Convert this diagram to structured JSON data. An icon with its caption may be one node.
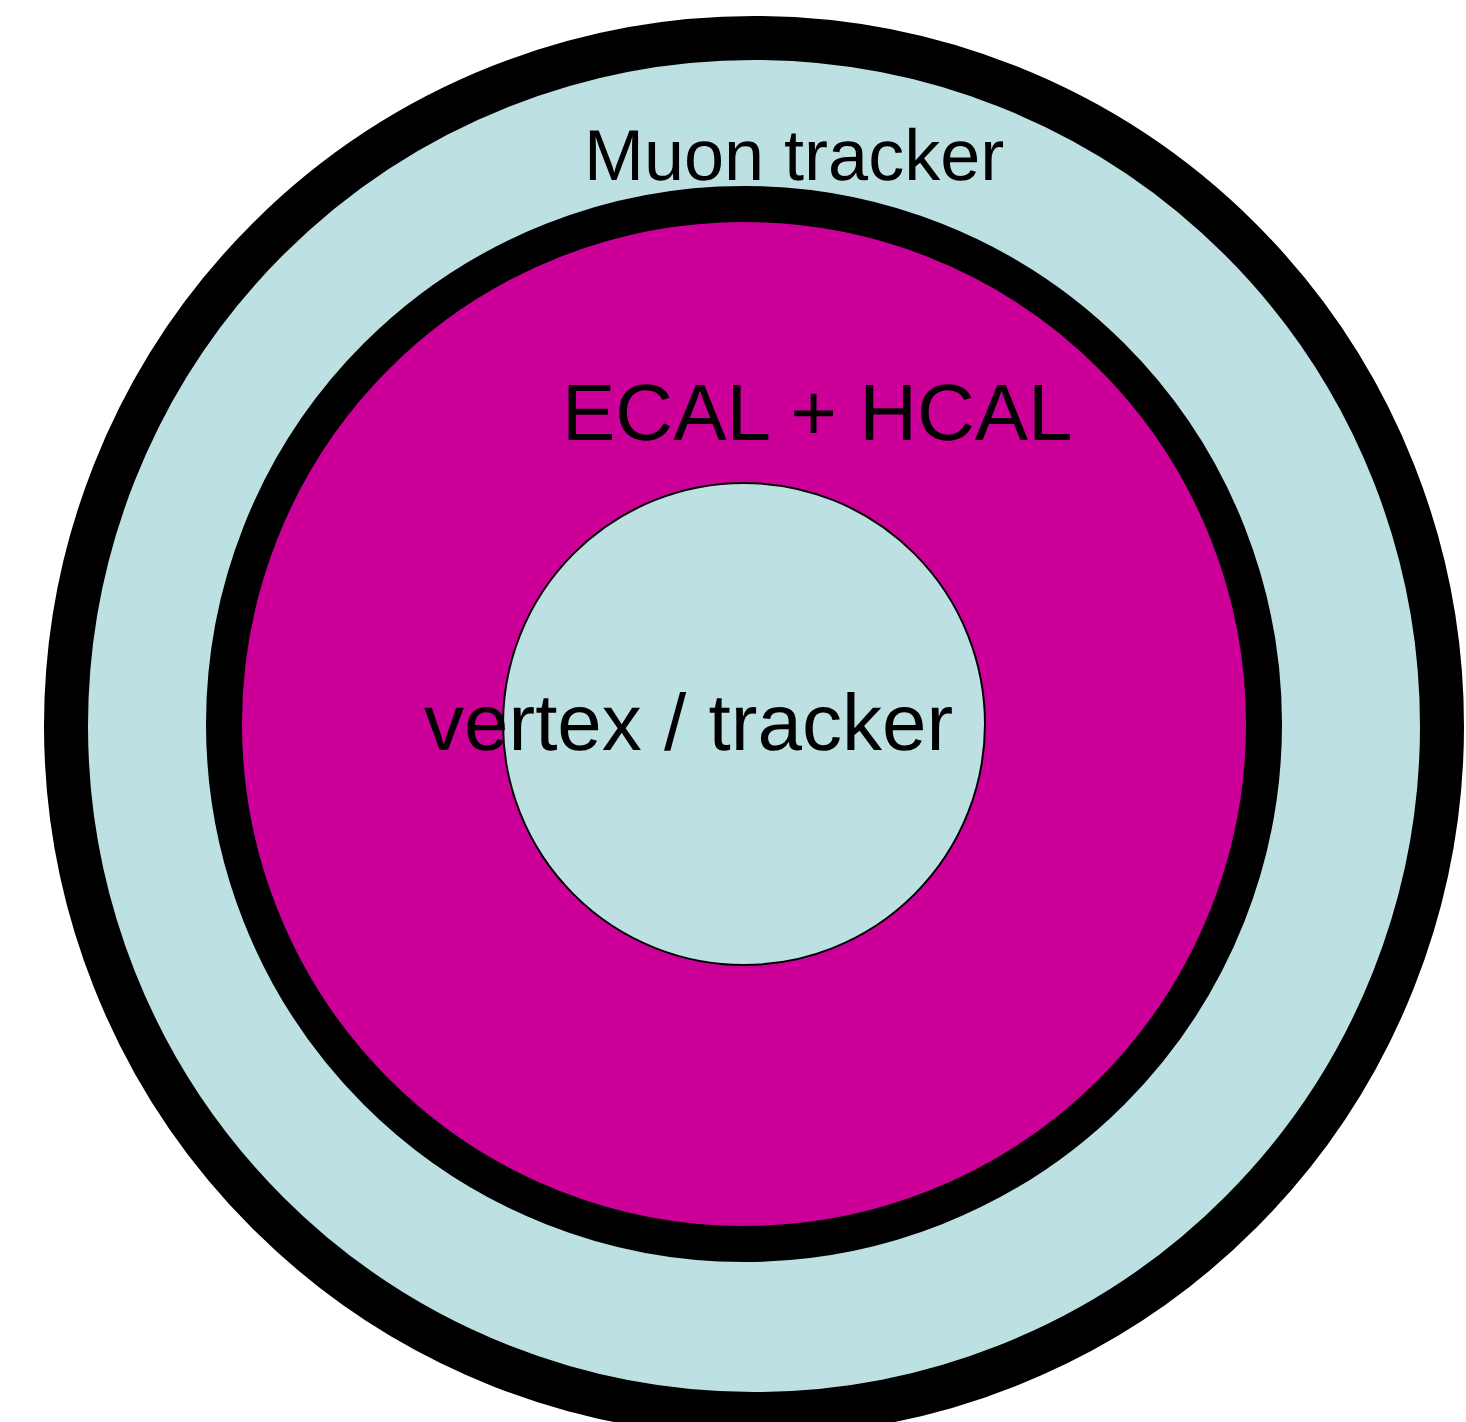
{
  "diagram": {
    "nodes": [
      {
        "text": [
          "Muon tracker"
        ]
      },
      {
        "text": [
          "ECAL + HCAL"
        ],
        "in": 0
      },
      {
        "text": [
          "vertex / tracker"
        ],
        "in": 1
      }
    ]
  }
}
